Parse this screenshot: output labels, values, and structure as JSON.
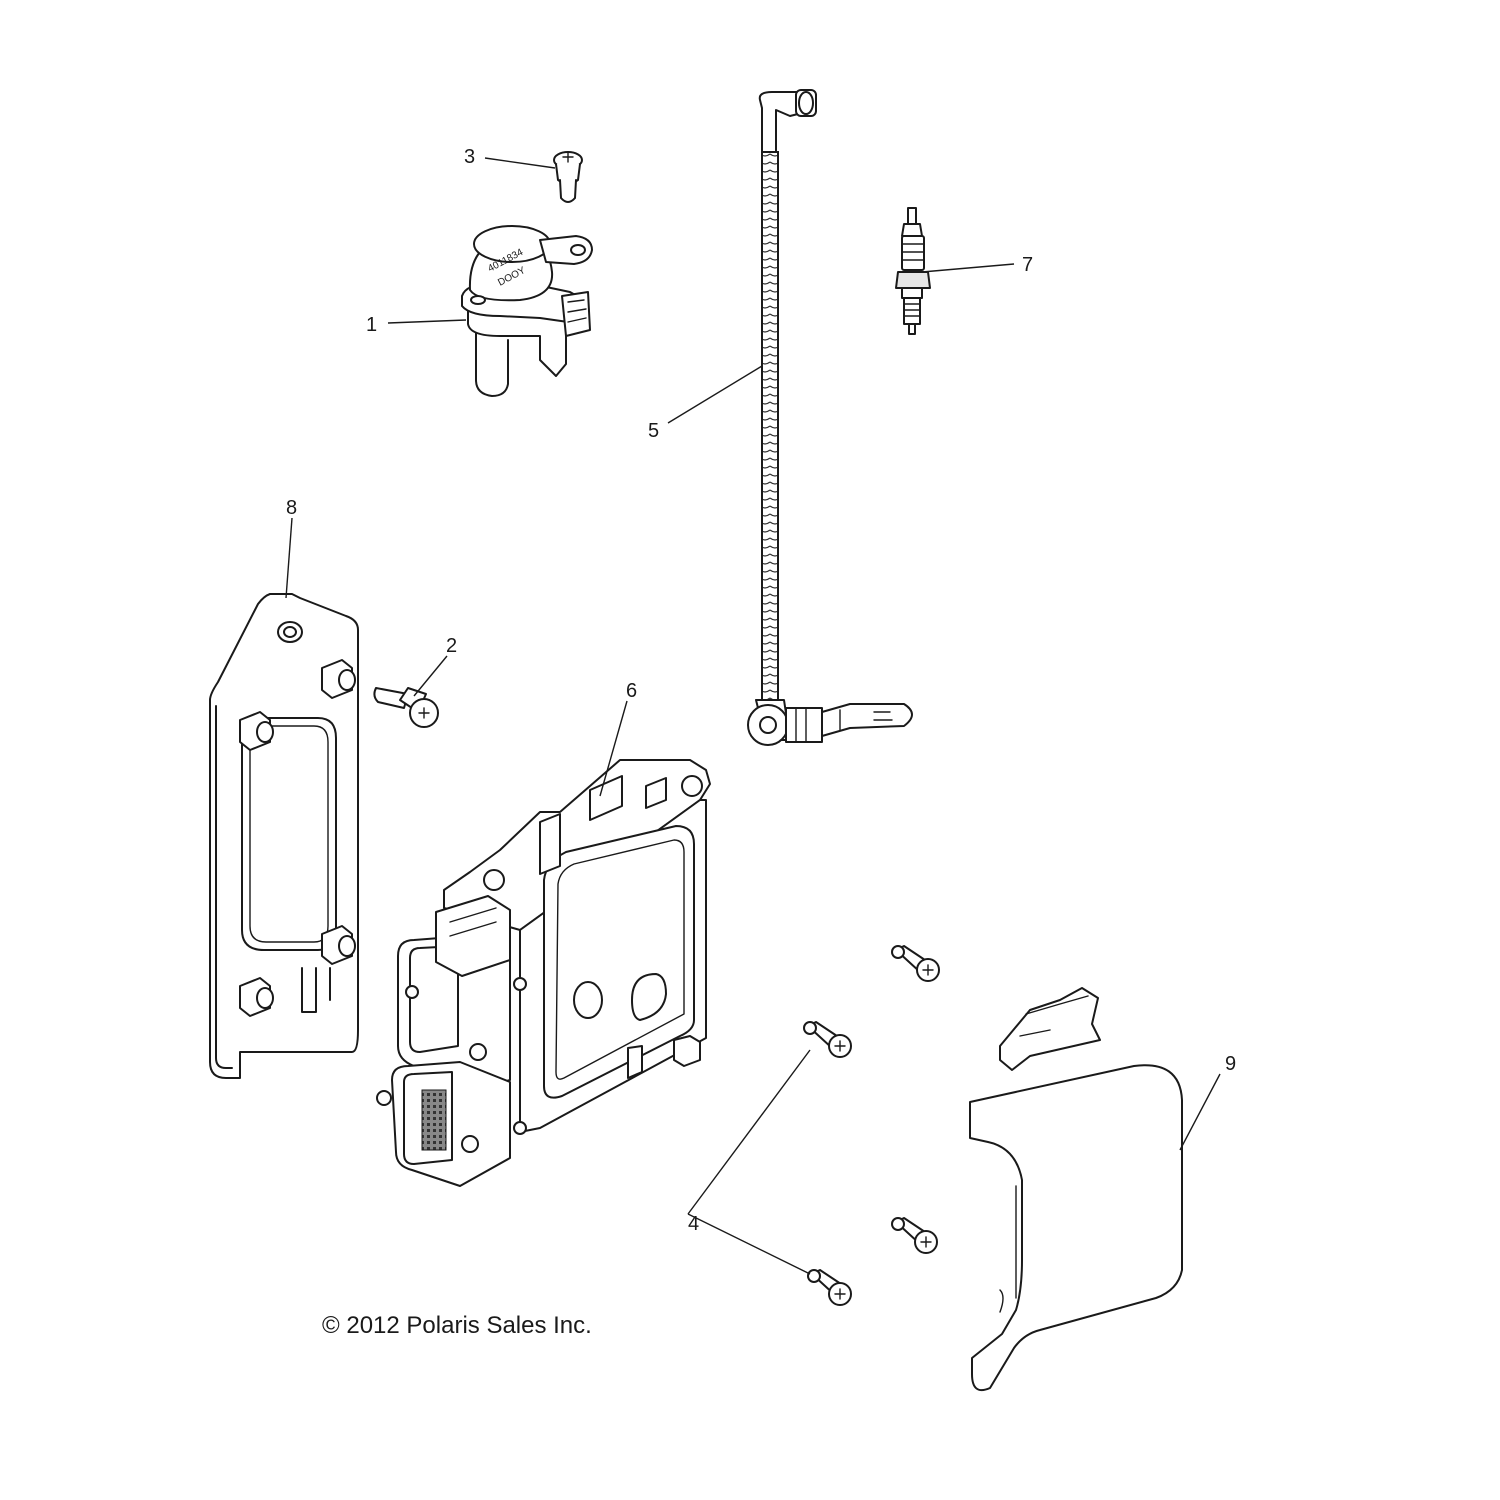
{
  "callouts": {
    "c1": "1",
    "c2": "2",
    "c3": "3",
    "c4": "4",
    "c5": "5",
    "c6": "6",
    "c7": "7",
    "c8": "8",
    "c9": "9"
  },
  "coil_label": {
    "line1": "4011834",
    "line2": "DOOY"
  },
  "copyright": "© 2012 Polaris Sales Inc."
}
